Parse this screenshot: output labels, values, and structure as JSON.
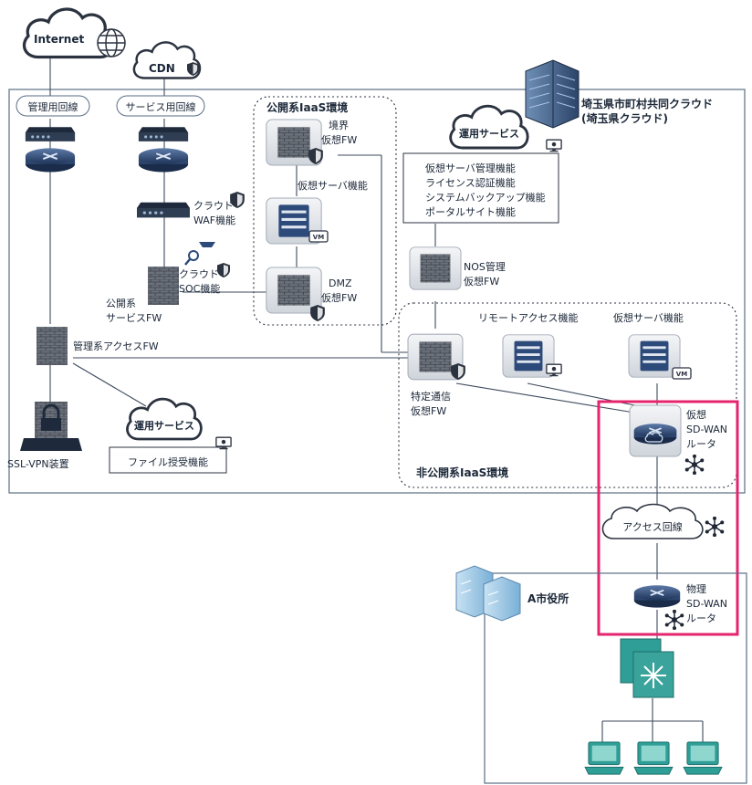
{
  "internet": {
    "label": "Internet"
  },
  "cdn": {
    "label": "CDN"
  },
  "datacenter": {
    "title_line1": "埼玉県市町村共同クラウド",
    "title_line2": "(埼玉県クラウド)"
  },
  "lines": {
    "management": "管理用回線",
    "service": "サービス用回線"
  },
  "public_iaas": {
    "title": "公開系IaaS環境",
    "border_fw_line1": "境界",
    "border_fw_line2": "仮想FW",
    "virtual_server": "仮想サーバ機能",
    "dmz_fw_line1": "DMZ",
    "dmz_fw_line2": "仮想FW"
  },
  "cloud_waf": {
    "line1": "クラウド",
    "line2": "WAF機能"
  },
  "cloud_soc": {
    "line1": "クラウド",
    "line2": "SOC機能"
  },
  "public_service_fw": {
    "line1": "公開系",
    "line2": "サービスFW"
  },
  "mgmt_access_fw": {
    "label": "管理系アクセスFW"
  },
  "ssl_vpn": {
    "label": "SSL-VPN装置"
  },
  "ops_service_top": {
    "title": "運用サービス",
    "items": [
      "仮想サーバ管理機能",
      "ライセンス認証機能",
      "システムバックアップ機能",
      "ポータルサイト機能"
    ]
  },
  "ops_service_bottom": {
    "title": "運用サービス",
    "item": "ファイル授受機能"
  },
  "nos_fw": {
    "line1": "NOS管理",
    "line2": "仮想FW"
  },
  "private_iaas": {
    "title": "非公開系IaaS環境",
    "remote_access": "リモートアクセス機能",
    "virtual_server": "仮想サーバ機能",
    "specific_fw_line1": "特定通信",
    "specific_fw_line2": "仮想FW"
  },
  "vm_badge": "VM",
  "virtual_sdwan": {
    "line1": "仮想",
    "line2": "SD-WAN",
    "line3": "ルータ"
  },
  "access_line": {
    "label": "アクセス回線"
  },
  "city_office": {
    "label": "A市役所"
  },
  "physical_sdwan": {
    "line1": "物理",
    "line2": "SD-WAN",
    "line3": "ルータ"
  },
  "colors": {
    "highlight": "#e5246e",
    "frame": "#5a6e86",
    "server_blue": "#2c4a7a",
    "switch_teal": "#2f9e97",
    "pc_teal": "#3aa39b"
  }
}
